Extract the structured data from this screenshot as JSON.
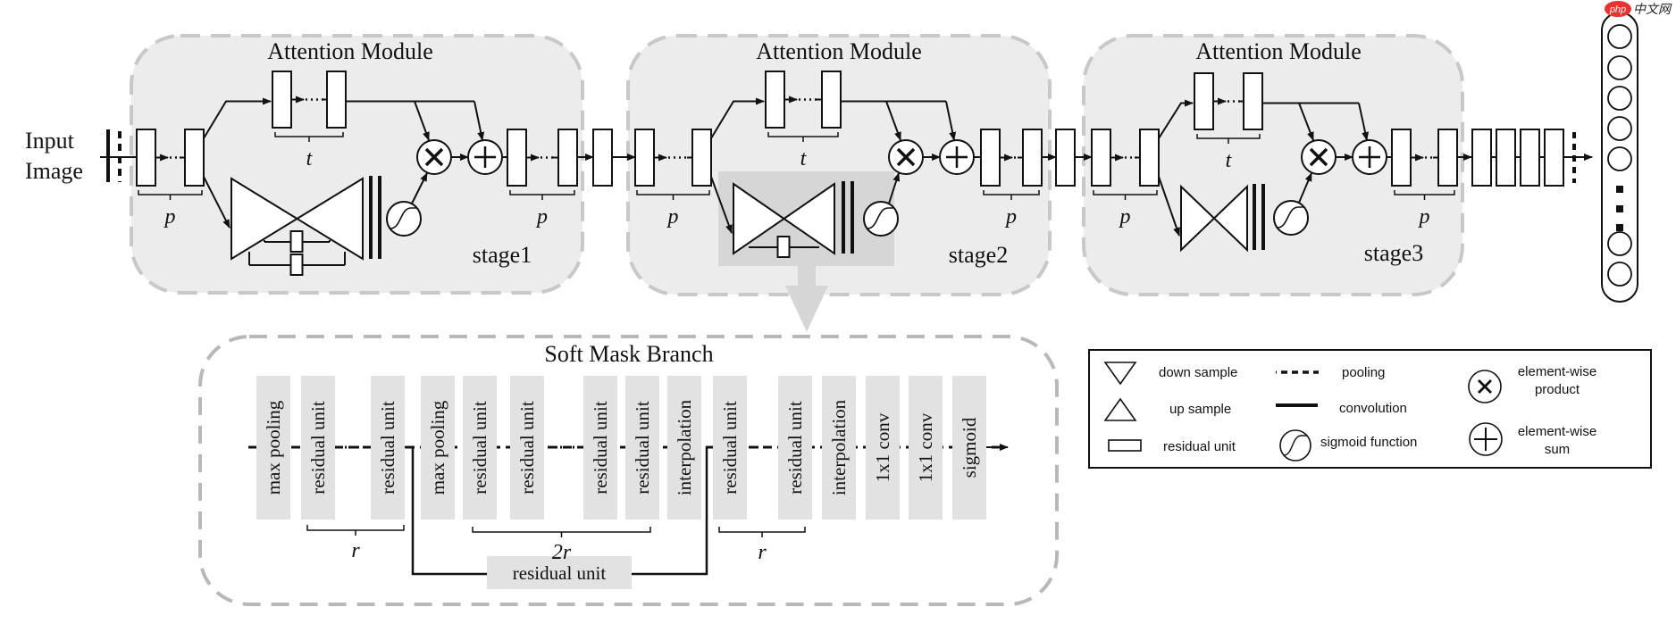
{
  "input": {
    "line1": "Input",
    "line2": "Image"
  },
  "modules": [
    {
      "title": "Attention Module",
      "stage": "stage1",
      "trunk_label": "t",
      "pre_label": "p",
      "post_label": "p",
      "mask_skips": 2
    },
    {
      "title": "Attention Module",
      "stage": "stage2",
      "trunk_label": "t",
      "pre_label": "p",
      "post_label": "p",
      "mask_skips": 1,
      "highlighted": true
    },
    {
      "title": "Attention Module",
      "stage": "stage3",
      "trunk_label": "t",
      "pre_label": "p",
      "post_label": "p",
      "mask_skips": 0
    }
  ],
  "soft_mask": {
    "title": "Soft Mask Branch",
    "blocks": [
      "max pooling",
      "residual unit",
      "residual unit",
      "max pooling",
      "residual unit",
      "residual unit",
      "residual unit",
      "residual unit",
      "interpolation",
      "residual unit",
      "residual unit",
      "interpolation",
      "1x1 conv",
      "1x1 conv",
      "sigmoid"
    ],
    "brace_labels": [
      "r",
      "2r",
      "r"
    ],
    "skip_block": "residual unit"
  },
  "legend": {
    "items": [
      {
        "icon": "down-sample-triangle-icon",
        "label": "down sample"
      },
      {
        "icon": "up-sample-triangle-icon",
        "label": "up sample"
      },
      {
        "icon": "residual-unit-rect-icon",
        "label": "residual unit"
      },
      {
        "icon": "pooling-dashed-line-icon",
        "label": "pooling"
      },
      {
        "icon": "convolution-solid-line-icon",
        "label": "convolution"
      },
      {
        "icon": "sigmoid-function-icon",
        "label": "sigmoid function"
      },
      {
        "icon": "element-wise-product-icon",
        "label_line1": "element-wise",
        "label_line2": "product"
      },
      {
        "icon": "element-wise-sum-icon",
        "label_line1": "element-wise",
        "label_line2": "sum"
      }
    ]
  },
  "watermark": {
    "badge": "php",
    "text": "中文网"
  },
  "colors": {
    "module_fill": "#ececec",
    "module_border": "#c8c8c8",
    "highlight_fill": "#d6d6d6",
    "block_fill": "#e2e2e2",
    "arrow_fill": "#d6d6d6",
    "stroke": "#111111",
    "watermark_red": "#e8322f"
  }
}
